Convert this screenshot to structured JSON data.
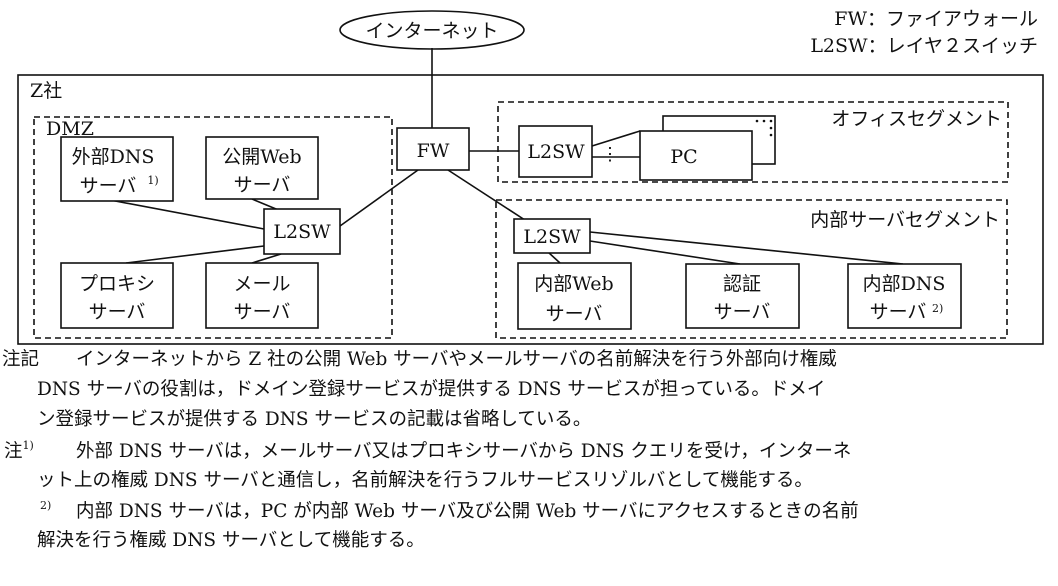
{
  "diagram": {
    "internet": "インターネット",
    "legend": [
      "FW：ファイアウォール",
      "L2SW：レイヤ２スイッチ"
    ],
    "company": "Z社",
    "dmz": {
      "label": "DMZ",
      "switch": "L2SW",
      "ext_dns": [
        "外部DNS",
        "サーバ"
      ],
      "ext_dns_mark": "1)",
      "pub_web": [
        "公開Web",
        "サーバ"
      ],
      "proxy": [
        "プロキシ",
        "サーバ"
      ],
      "mail": [
        "メール",
        "サーバ"
      ]
    },
    "fw": "FW",
    "office": {
      "label": "オフィスセグメント",
      "switch": "L2SW",
      "pc": "PC",
      "dots": "⋮"
    },
    "internal": {
      "label": "内部サーバセグメント",
      "switch": "L2SW",
      "int_web": [
        "内部Web",
        "サーバ"
      ],
      "auth": [
        "認証",
        "サーバ"
      ],
      "int_dns": [
        "内部DNS",
        "サーバ"
      ],
      "int_dns_mark": "2)"
    }
  },
  "notes": {
    "general_head": "注記",
    "general_lines": [
      "インターネットから Z 社の公開 Web サーバやメールサーバの名前解決を行う外部向け権威",
      "DNS サーバの役割は，ドメイン登録サービスが提供する DNS サービスが担っている。ドメイ",
      "ン登録サービスが提供する DNS サービスの記載は省略している。"
    ],
    "n1_head": "注",
    "n1_mark": "1)",
    "n1_lines": [
      "外部 DNS サーバは，メールサーバ又はプロキシサーバから DNS クエリを受け，インターネ",
      "ット上の権威 DNS サーバと通信し，名前解決を行うフルサービスリゾルバとして機能する。"
    ],
    "n2_mark": "2)",
    "n2_lines": [
      "内部 DNS サーバは，PC が内部 Web サーバ及び公開 Web サーバにアクセスするときの名前",
      "解決を行う権威 DNS サーバとして機能する。"
    ]
  }
}
